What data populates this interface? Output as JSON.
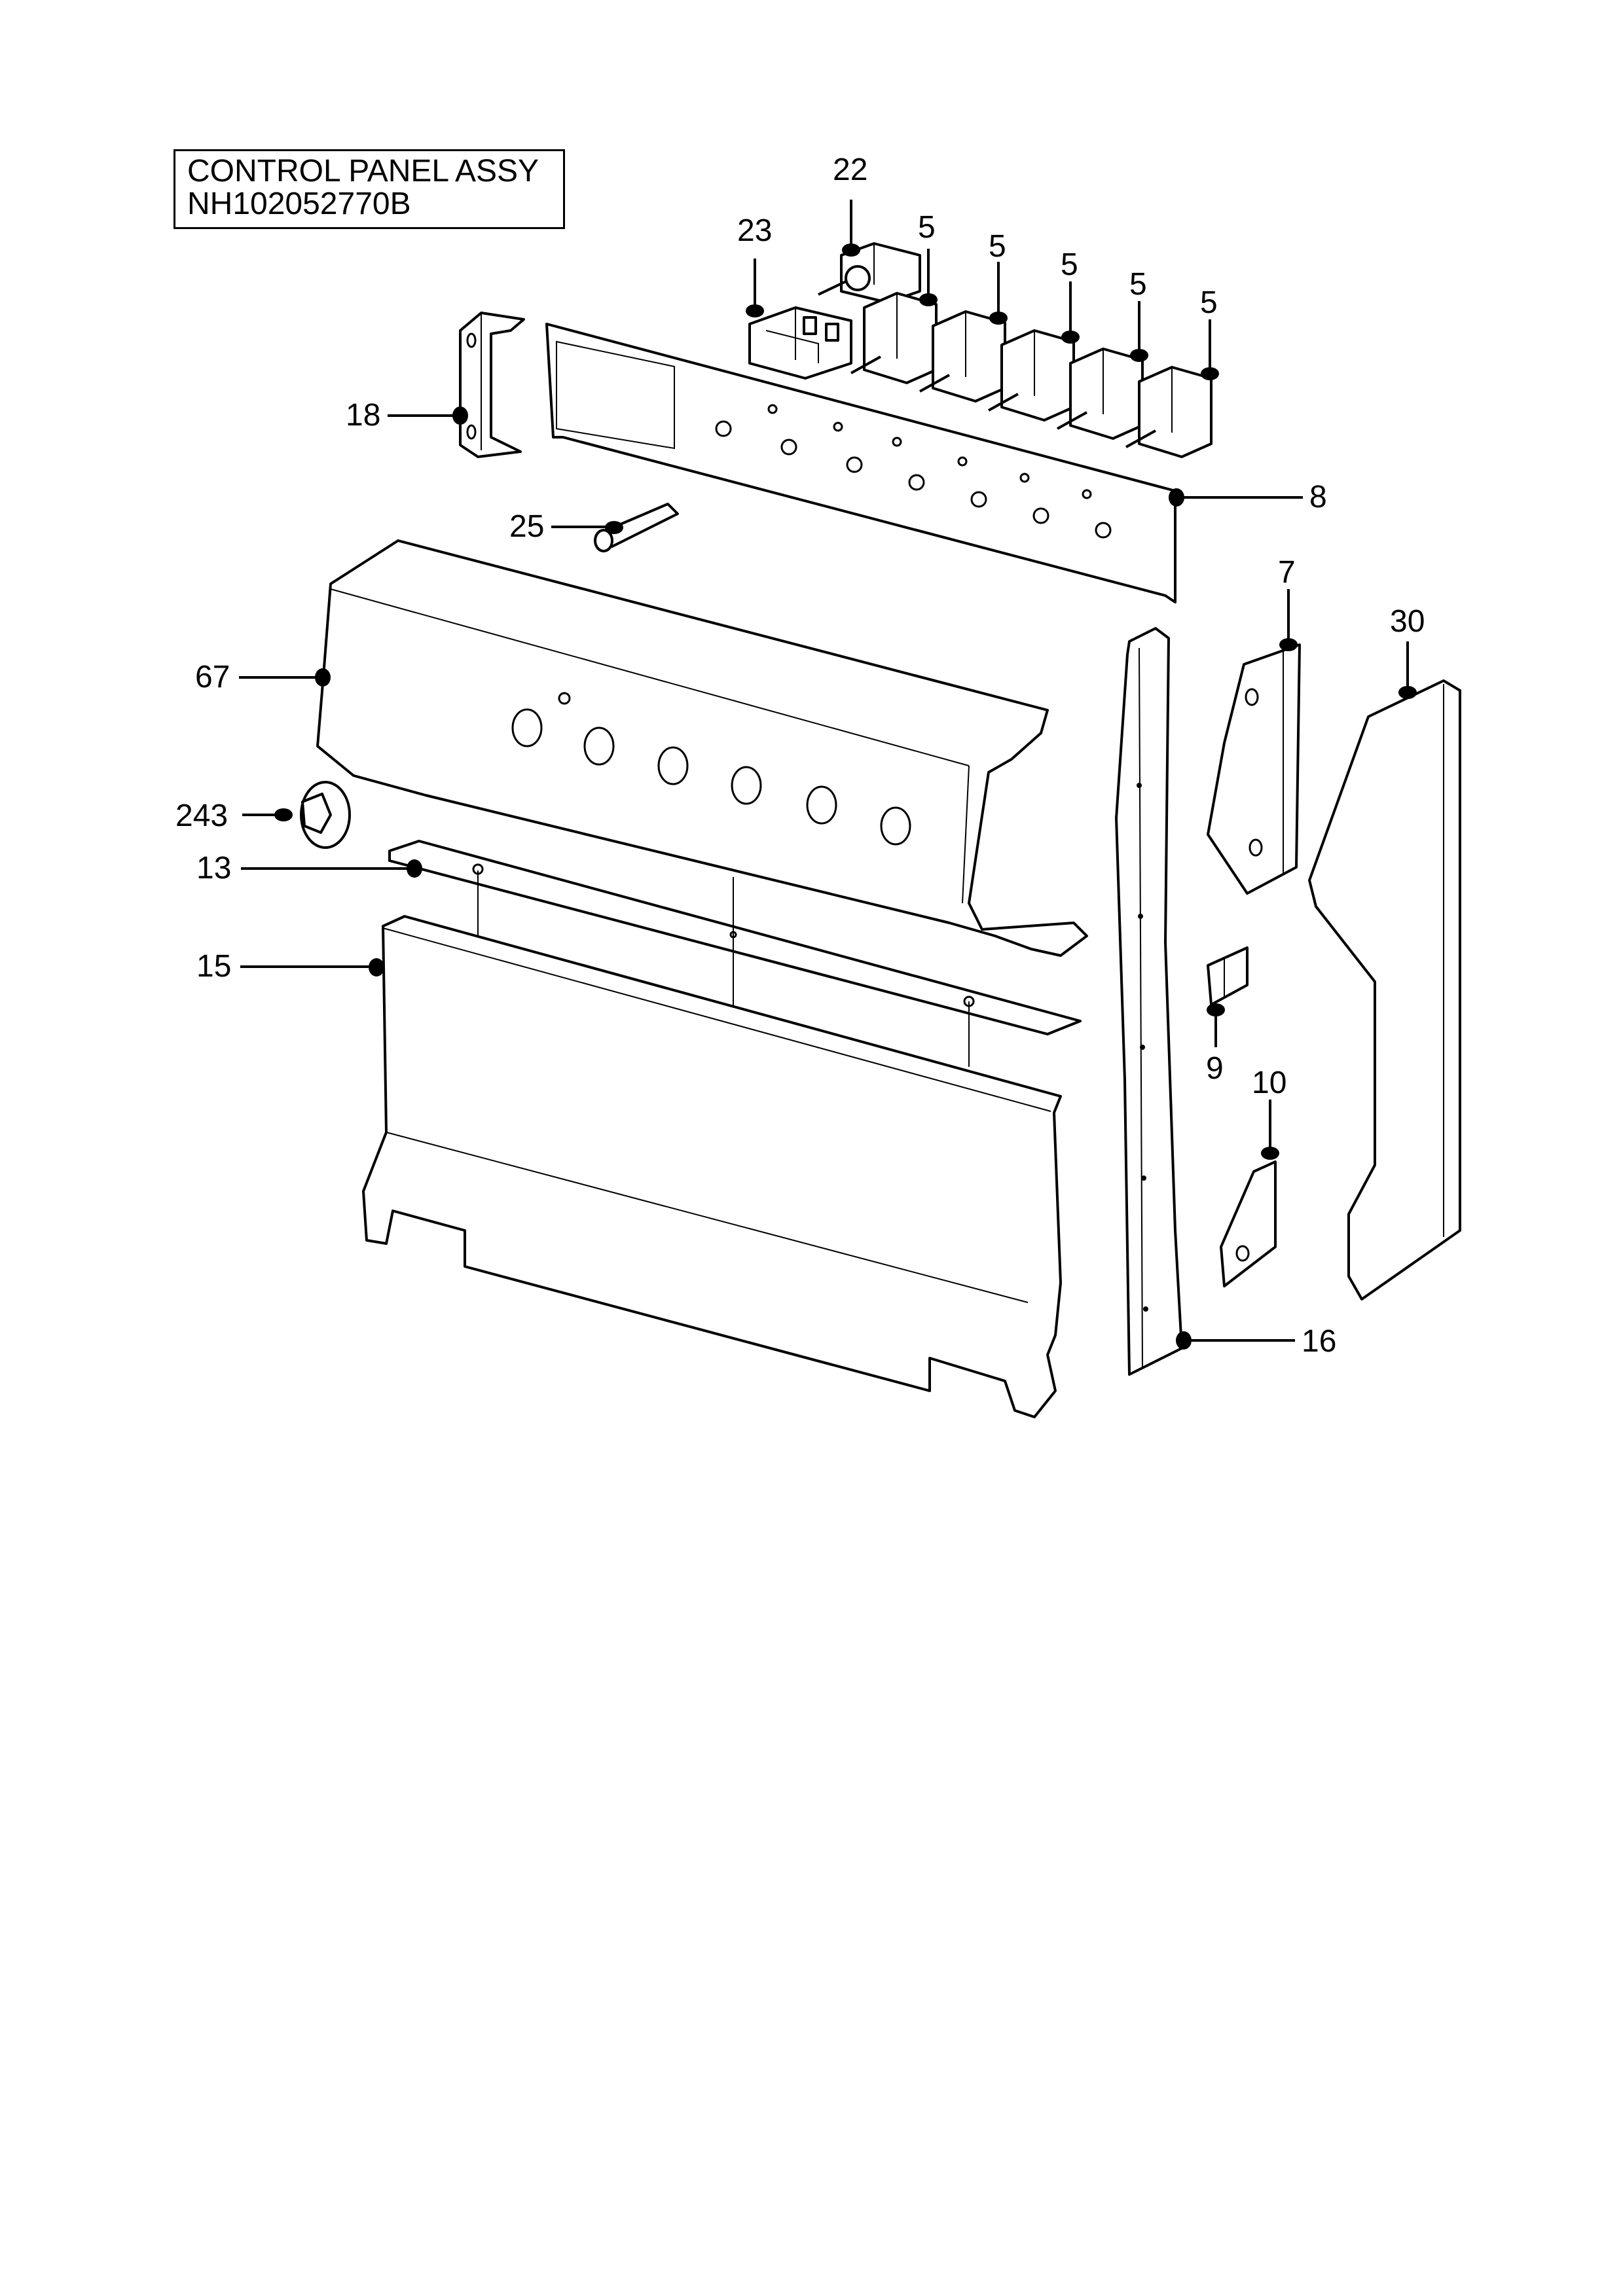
{
  "title": {
    "line1": "CONTROL PANEL ASSY",
    "line2": "NH102052770B"
  },
  "callouts": {
    "c22": "22",
    "c23": "23",
    "c5a": "5",
    "c5b": "5",
    "c5c": "5",
    "c5d": "5",
    "c5e": "5",
    "c18": "18",
    "c8": "8",
    "c25": "25",
    "c67": "67",
    "c7": "7",
    "c30": "30",
    "c243": "243",
    "c13": "13",
    "c15": "15",
    "c9": "9",
    "c10": "10",
    "c16": "16"
  }
}
